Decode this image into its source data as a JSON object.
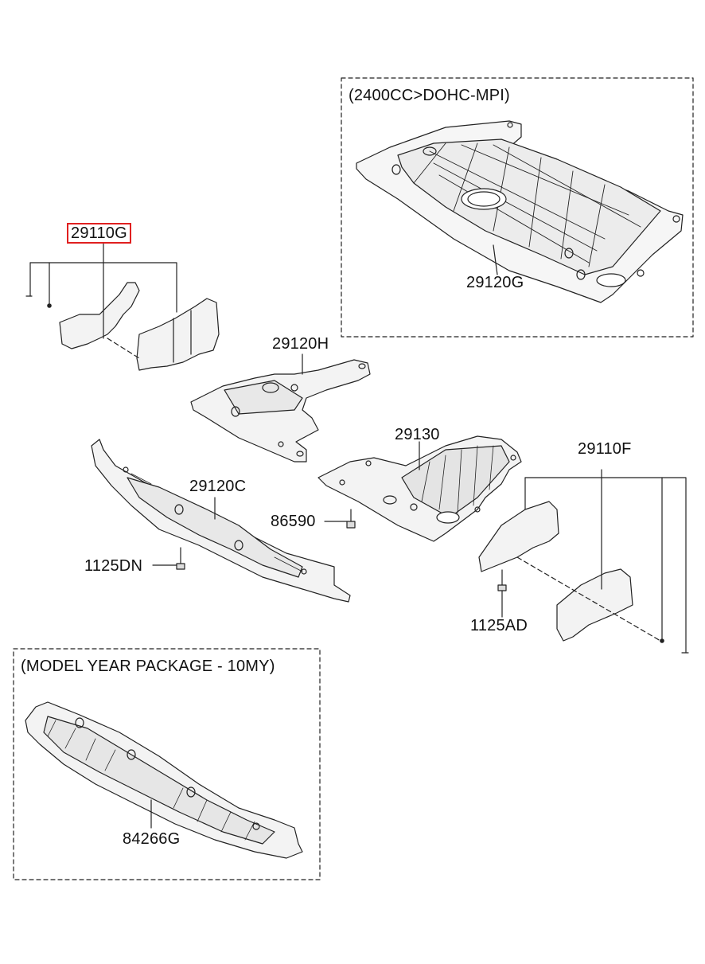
{
  "groups": {
    "engine_option": "(2400CC>DOHC-MPI)",
    "model_year_package": "(MODEL YEAR PACKAGE - 10MY)"
  },
  "parts": {
    "p29110G": "29110G",
    "p29120G": "29120G",
    "p29120H": "29120H",
    "p29130": "29130",
    "p29110F": "29110F",
    "p29120C": "29120C",
    "p86590": "86590",
    "p1125DN": "1125DN",
    "p1125AD": "1125AD",
    "p84266G": "84266G"
  },
  "highlight": {
    "part": "29110G",
    "color": "#e02020"
  }
}
